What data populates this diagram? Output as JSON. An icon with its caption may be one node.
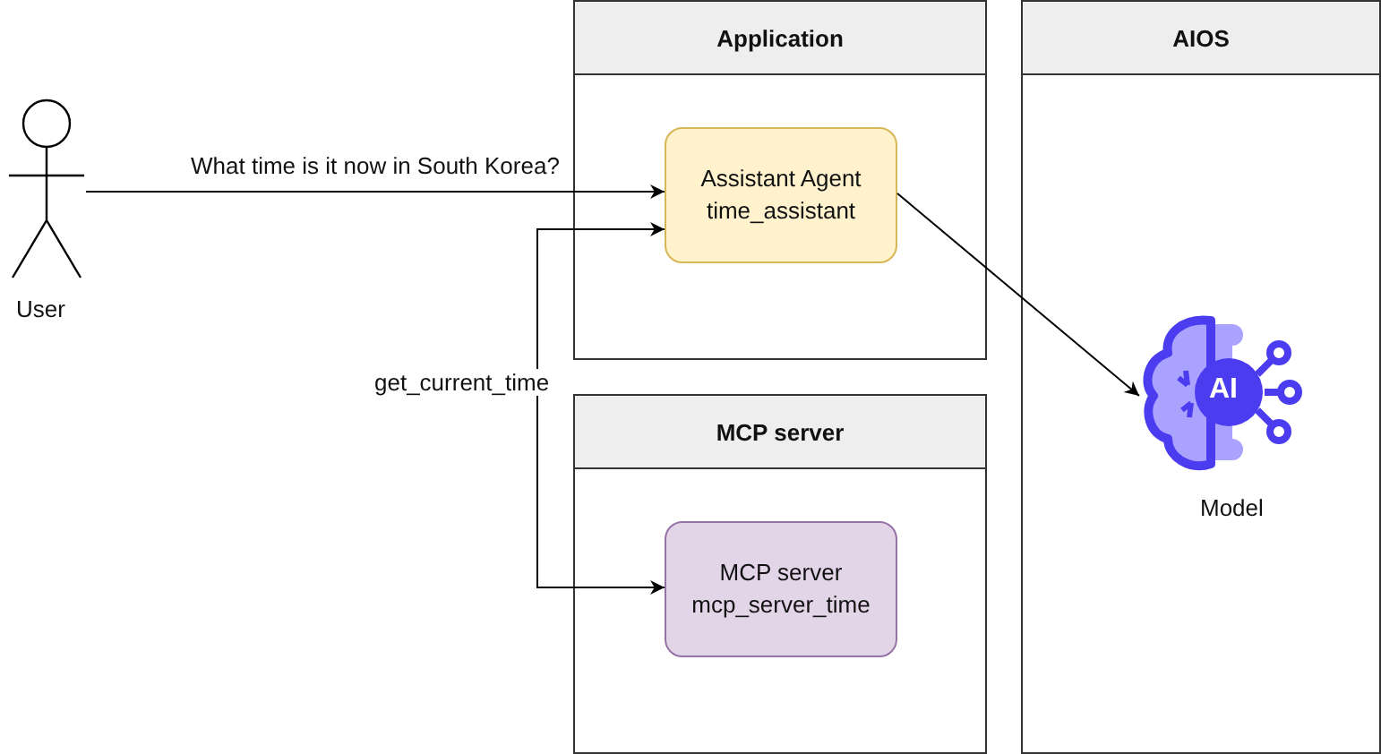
{
  "diagram": {
    "nodes": [
      {
        "text": [
          "User"
        ]
      },
      {
        "text": [
          "Application"
        ]
      },
      {
        "text": [
          "Assistant Agent time_assistant"
        ],
        "in": 1
      },
      {
        "text": [
          "MCP server"
        ]
      },
      {
        "text": [
          "MCP server mcp_server_time"
        ],
        "in": 3
      },
      {
        "text": [
          "AIOS"
        ]
      },
      {
        "text": [
          "Model"
        ],
        "in": 5
      }
    ],
    "edges": [
      {
        "from": 0,
        "to": 2,
        "arrow": "to",
        "label": "What time is it now in South Korea?"
      },
      {
        "from": 2,
        "to": 4,
        "arrow": "both",
        "label": "get_current_time"
      },
      {
        "from": 2,
        "to": 6,
        "arrow": "to"
      }
    ],
    "labels": [
      "AI"
    ]
  }
}
